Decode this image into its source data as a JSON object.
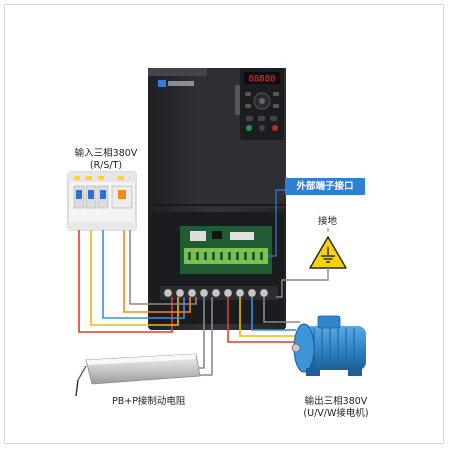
{
  "labels": {
    "input_line1": "输入三相380V",
    "input_line2": "(R/S/T)",
    "external_terminal": "外部端子接口",
    "ground": "接地",
    "brake_resistor": "PB+P接制动电阻",
    "output_line1": "输出三相380V",
    "output_line2": "(U/V/W接电机)"
  },
  "display": {
    "readout": "88888"
  },
  "colors": {
    "inverter_body": "#2b2c30",
    "inverter_face": "#3a3b40",
    "callout_blue": "#2f7fd6",
    "wire_red": "#e23b2e",
    "wire_yellow": "#f2b705",
    "wire_blue": "#3c8de0",
    "wire_orange": "#f08a1c",
    "wire_gray": "#8a8a8a",
    "motor_blue": "#2f86c9",
    "warning_yellow": "#f6d20a"
  },
  "icons": {
    "breaker": "circuit-breaker-icon",
    "warning": "ground-warning-icon",
    "motor": "motor-icon",
    "resistor": "brake-resistor-icon"
  }
}
